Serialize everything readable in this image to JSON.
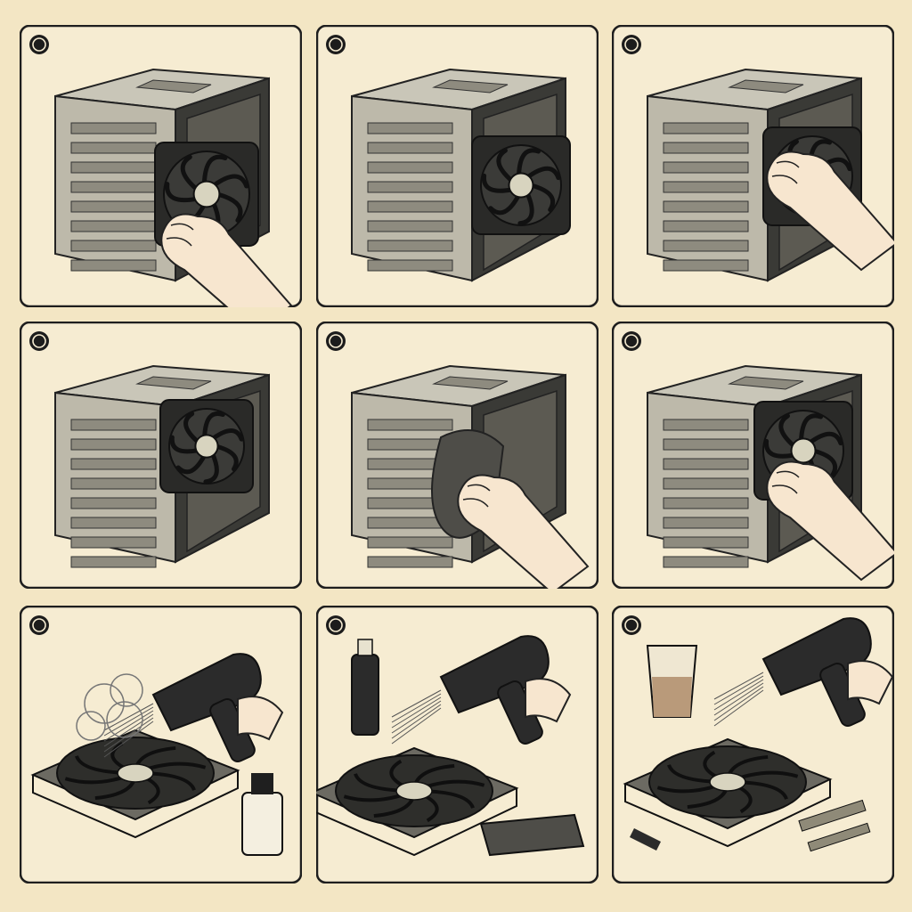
{
  "colors": {
    "page_background": "#f3e6c4",
    "panel_fill": "#f6ecd2",
    "panel_border": "#1e1e1e",
    "metal": "#c9c6b8",
    "metal_dark": "#8a877b",
    "shadow": "#2a2a2a",
    "skin": "#f7e6cf",
    "fan_blade": "#2b2b2b",
    "liquid": "#b99a7a"
  },
  "panels": [
    {
      "step_marker": "step-number-icon",
      "scene": "tower-open-case",
      "subject": "hand-touching-fan-hub-icon",
      "extra": "none"
    },
    {
      "step_marker": "step-number-icon",
      "scene": "tower-open-case",
      "subject": "fan-in-case-icon",
      "extra": "none"
    },
    {
      "step_marker": "step-number-icon",
      "scene": "tower-open-case",
      "subject": "hand-reaching-into-case-icon",
      "extra": "none"
    },
    {
      "step_marker": "step-number-icon",
      "scene": "tower-open-case",
      "subject": "fan-in-case-icon",
      "extra": "none"
    },
    {
      "step_marker": "step-number-icon",
      "scene": "tower-open-case",
      "subject": "hand-wiping-with-cloth-icon",
      "extra": "none"
    },
    {
      "step_marker": "step-number-icon",
      "scene": "tower-open-case",
      "subject": "hand-cleaning-fan-icon",
      "extra": "none"
    },
    {
      "step_marker": "step-number-icon",
      "scene": "loose-fan",
      "subject": "blower-with-dust-cloud-icon",
      "extra": "small-bottle-icon"
    },
    {
      "step_marker": "step-number-icon",
      "scene": "loose-fan",
      "subject": "blower-spraying-icon",
      "extra": "spray-can-and-cloth-icon"
    },
    {
      "step_marker": "step-number-icon",
      "scene": "loose-fan",
      "subject": "blower-spraying-icon",
      "extra": "glass-and-tools-icon"
    }
  ]
}
